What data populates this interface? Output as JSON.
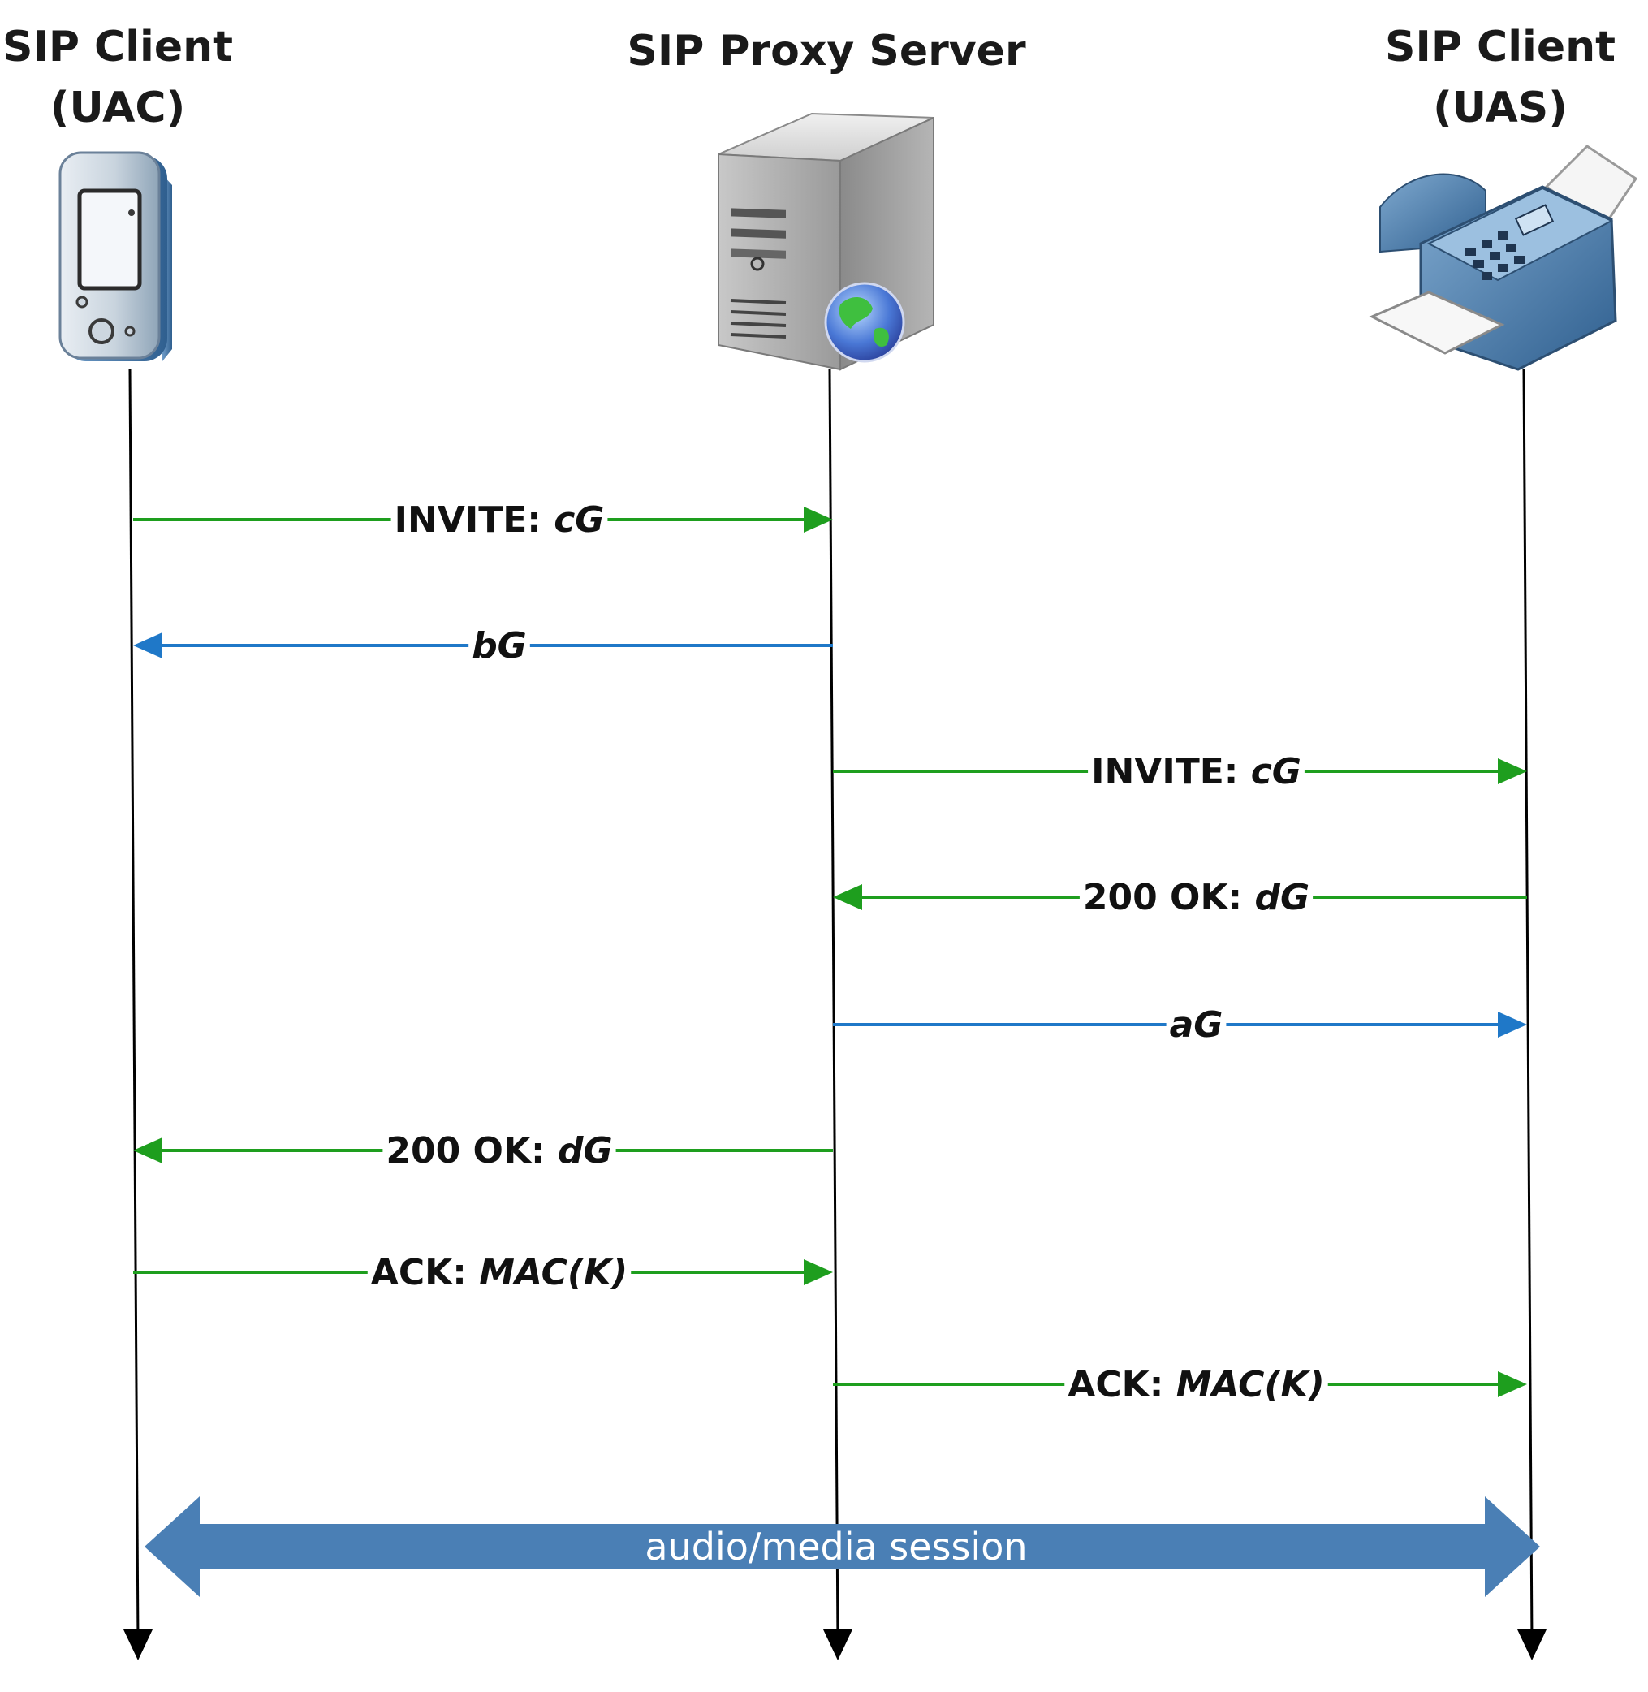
{
  "participants": [
    {
      "id": "uac",
      "title_line1": "SIP Client",
      "title_line2": "(UAC)",
      "icon": "pda-phone-icon"
    },
    {
      "id": "proxy",
      "title_line1": "SIP Proxy Server",
      "title_line2": "",
      "icon": "web-server-icon"
    },
    {
      "id": "uas",
      "title_line1": "SIP Client",
      "title_line2": "(UAS)",
      "icon": "fax-machine-icon"
    }
  ],
  "messages": [
    {
      "from": "uac",
      "to": "proxy",
      "prefix": "INVITE: ",
      "term": "cG",
      "color": "#1e9e1e"
    },
    {
      "from": "proxy",
      "to": "uac",
      "prefix": "",
      "term": "bG",
      "color": "#1f78c8"
    },
    {
      "from": "proxy",
      "to": "uas",
      "prefix": "INVITE: ",
      "term": "cG",
      "color": "#1e9e1e"
    },
    {
      "from": "uas",
      "to": "proxy",
      "prefix": "200 OK: ",
      "term": "dG",
      "color": "#1e9e1e"
    },
    {
      "from": "proxy",
      "to": "uas",
      "prefix": "",
      "term": "aG",
      "color": "#1f78c8"
    },
    {
      "from": "proxy",
      "to": "uac",
      "prefix": "200 OK: ",
      "term": "dG",
      "color": "#1e9e1e"
    },
    {
      "from": "uac",
      "to": "proxy",
      "prefix": "ACK: ",
      "term": "MAC(K)",
      "color": "#1e9e1e"
    },
    {
      "from": "proxy",
      "to": "uas",
      "prefix": "ACK: ",
      "term": "MAC(K)",
      "color": "#1e9e1e"
    }
  ],
  "session": {
    "label": "audio/media session",
    "color": "#4a7fb5"
  }
}
